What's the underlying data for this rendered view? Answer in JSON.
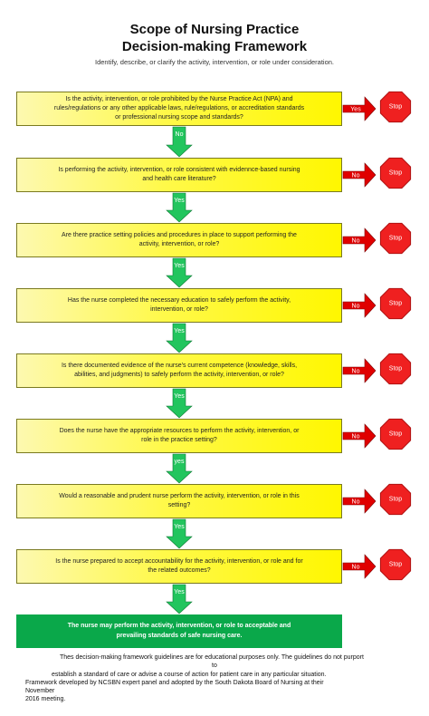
{
  "header": {
    "title_line1": "Scope of Nursing Practice",
    "title_line2": "Decision-making Framework",
    "subtitle": "Identify, describe, or clarify the activity, intervention, or role under consideration."
  },
  "questions": [
    {
      "text": "Is the activity, intervention, or role prohibited by the Nurse Practice Act (NPA) and rules/regulations or any other applicable laws, rule/regulations, or accreditation standards or professional nursing scope and standards?",
      "side_label": "Yes",
      "down_label": "No"
    },
    {
      "text": "Is performing the activity, intervention, or role consistent with evidennce-based nursing and health care literature?",
      "side_label": "No",
      "down_label": "Yes"
    },
    {
      "text": "Are there practice setting policies and procedures in place to support performing the activity, intervention, or role?",
      "side_label": "No",
      "down_label": "Yes"
    },
    {
      "text": "Has the nurse completed the necessary education to safely perform the activity, intervention, or role?",
      "side_label": "No",
      "down_label": "Yes"
    },
    {
      "text": "Is there documented evidence of the nurse's current competence (knowledge, skills, abilities, and judgments) to safely perform the activity, intervention, or role?",
      "side_label": "No",
      "down_label": "Yes"
    },
    {
      "text": "Does the nurse have the appropriate resources to perform the activity, intervention, or role in the practice setting?",
      "side_label": "No",
      "down_label": "yes"
    },
    {
      "text": "Would a reasonable and prudent nurse perform the activity, intervention, or role in this setting?",
      "side_label": "No",
      "down_label": "Yes"
    },
    {
      "text": "Is the nurse prepared to accept accountability for the activity, intervention, or role and for the related outcomes?",
      "side_label": "No",
      "down_label": "Yes"
    }
  ],
  "stop_label": "Stop",
  "final_text": "The nurse may perform the activity, intervention, or role to acceptable and prevailing standards of safe nursing care.",
  "footer": {
    "line1": "Thes decision-making framework guidelines are for educational purposes only. The guidelines do not purport",
    "line2": "to",
    "line3": "establish a standard of care or advise a course of action for patient care in any particular situation.",
    "line4": "Framework developed by NCSBN expert panel and adopted by the South Dakota Board of Nursing at their",
    "line5": "November",
    "line6": "2016 meeting."
  },
  "colors": {
    "question_fill": "#fff700",
    "down_arrow": "#22c55e",
    "side_arrow": "#e00000",
    "stop_sign": "#ef2020",
    "final_box": "#0aa84a"
  }
}
